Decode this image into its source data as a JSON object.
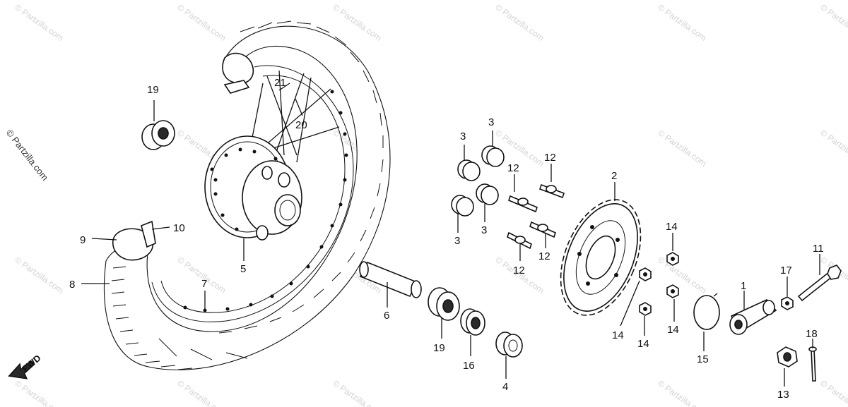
{
  "watermark": "© Partzilla.com",
  "fwd_label": "FWD",
  "callouts": {
    "c1": "1",
    "c2": "2",
    "c3a": "3",
    "c3b": "3",
    "c3c": "3",
    "c3d": "3",
    "c4": "4",
    "c5": "5",
    "c6": "6",
    "c7": "7",
    "c8": "8",
    "c9": "9",
    "c10": "10",
    "c11": "11",
    "c12a": "12",
    "c12b": "12",
    "c12c": "12",
    "c12d": "12",
    "c13": "13",
    "c14a": "14",
    "c14b": "14",
    "c14c": "14",
    "c14d": "14",
    "c15": "15",
    "c16": "16",
    "c17": "17",
    "c18": "18",
    "c19a": "19",
    "c19b": "19",
    "c20": "20",
    "c21": "21"
  }
}
